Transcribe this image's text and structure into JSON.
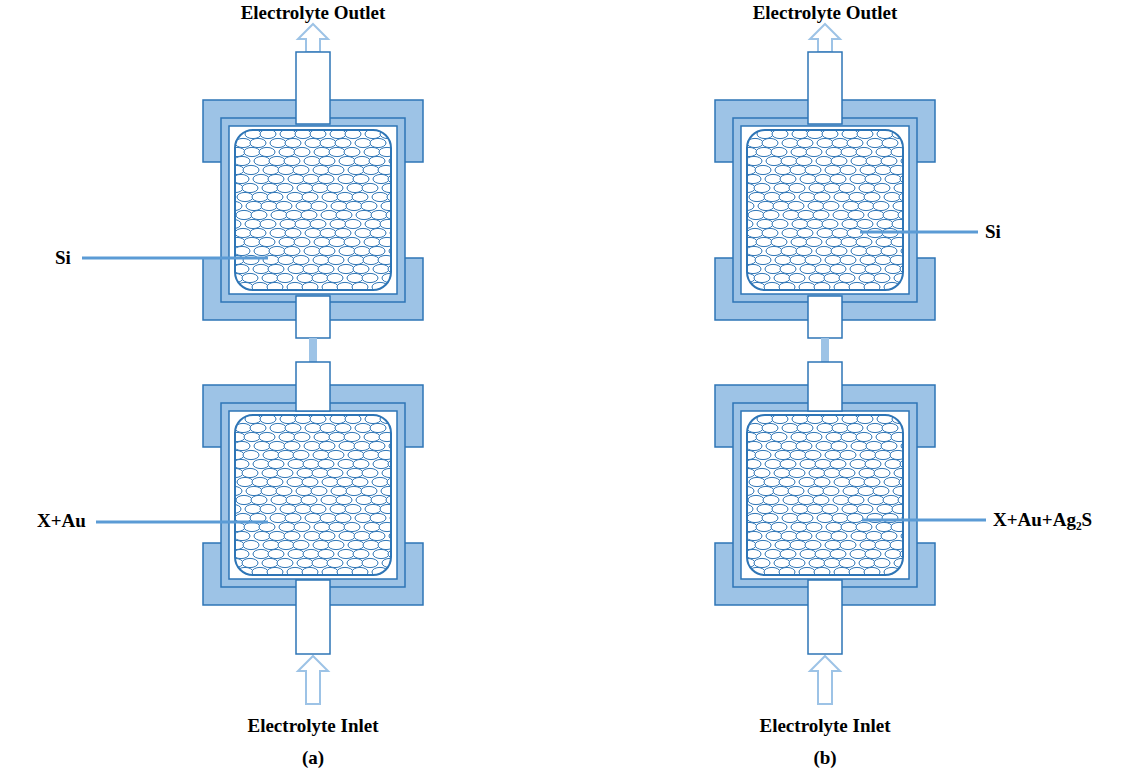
{
  "diagram": {
    "labels": [
      "Electrolyte Outlet",
      "Si",
      "X+Au",
      "Electrolyte Inlet",
      "(a)",
      "Electrolyte Outlet",
      "Si",
      "X+Au+Ag₂S",
      "Electrolyte Inlet",
      "(b)"
    ]
  }
}
